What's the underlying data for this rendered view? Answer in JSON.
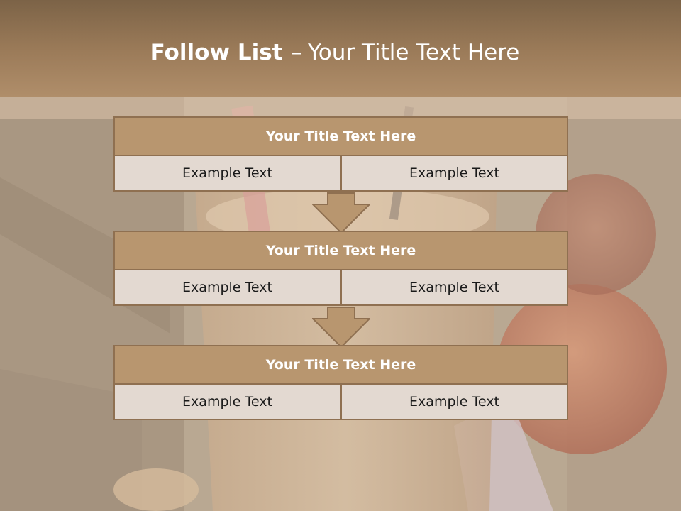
{
  "slide": {
    "title_bold": "Follow List",
    "title_dash": "–",
    "title_rest": "Your Title Text Here"
  },
  "blocks": [
    {
      "title": "Your Title Text Here",
      "cells": [
        "Example Text",
        "Example Text"
      ]
    },
    {
      "title": "Your Title Text Here",
      "cells": [
        "Example Text",
        "Example Text"
      ]
    },
    {
      "title": "Your Title Text Here",
      "cells": [
        "Example Text",
        "Example Text"
      ]
    }
  ],
  "colors": {
    "header": "#9a7a58",
    "block_head": "#b8966f",
    "block_border": "#8f7051",
    "cell_fill": "#e3d9d1",
    "arrow_fill": "#b8966f"
  },
  "background": {
    "subject": "smoothie-glass-photo"
  },
  "icons": [
    "down-arrow-icon"
  ]
}
